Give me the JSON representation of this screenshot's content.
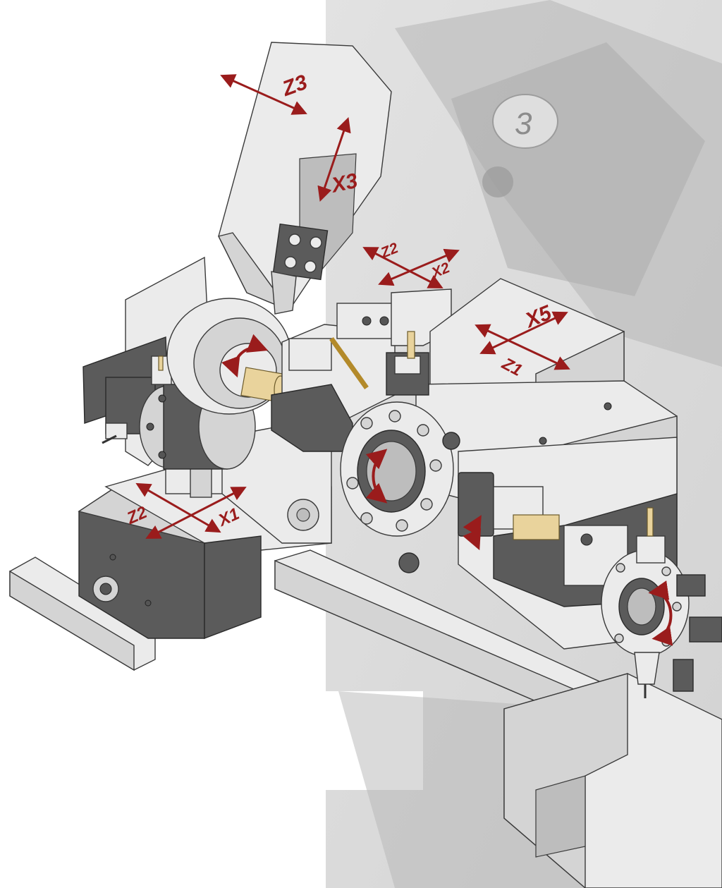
{
  "axes": {
    "z3": "Z3",
    "x3": "X3",
    "z2_top": "Z2",
    "x2": "X2",
    "x5": "X5",
    "z1": "Z1",
    "z2_front": "Z2",
    "x1": "X1"
  },
  "background_marks": {
    "turret_number": "3"
  },
  "colors": {
    "axis_arrow": "#9a1c1c",
    "background_photo": "#cfcfcf",
    "machine_light": "#ebebeb",
    "machine_dark": "#5b5b5b",
    "brass": "#e9d39c"
  }
}
